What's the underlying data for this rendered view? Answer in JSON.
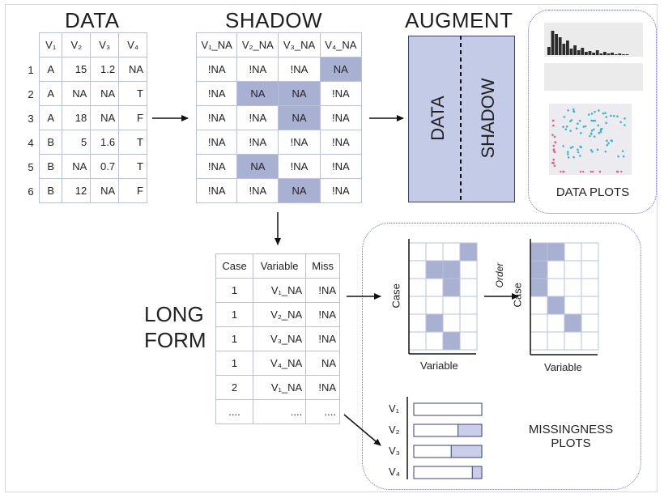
{
  "headings": {
    "data": "DATA",
    "shadow": "SHADOW",
    "augment": "AUGMENT"
  },
  "data_table": {
    "columns": [
      "V₁",
      "V₂",
      "V₃",
      "V₄"
    ],
    "row_labels": [
      "1",
      "2",
      "3",
      "4",
      "5",
      "6"
    ],
    "rows": [
      [
        "A",
        "15",
        "1.2",
        "NA"
      ],
      [
        "A",
        "NA",
        "NA",
        "T"
      ],
      [
        "A",
        "18",
        "NA",
        "F"
      ],
      [
        "B",
        "5",
        "1.6",
        "T"
      ],
      [
        "B",
        "NA",
        "0.7",
        "T"
      ],
      [
        "B",
        "12",
        "NA",
        "F"
      ]
    ]
  },
  "shadow_table": {
    "columns": [
      "V₁_NA",
      "V₂_NA",
      "V₃_NA",
      "V₄_NA"
    ],
    "rows": [
      [
        "!NA",
        "!NA",
        "!NA",
        "NA"
      ],
      [
        "!NA",
        "NA",
        "NA",
        "!NA"
      ],
      [
        "!NA",
        "!NA",
        "NA",
        "!NA"
      ],
      [
        "!NA",
        "!NA",
        "!NA",
        "!NA"
      ],
      [
        "!NA",
        "NA",
        "!NA",
        "!NA"
      ],
      [
        "!NA",
        "!NA",
        "NA",
        "!NA"
      ]
    ]
  },
  "augment": {
    "left": "DATA",
    "right": "SHADOW"
  },
  "data_plots": {
    "label": "DATA PLOTS"
  },
  "long_form": {
    "label_line1": "LONG",
    "label_line2": "FORM",
    "columns": [
      "Case",
      "Variable",
      "Miss"
    ],
    "rows": [
      [
        "1",
        "V₁_NA",
        "!NA"
      ],
      [
        "1",
        "V₂_NA",
        "!NA"
      ],
      [
        "1",
        "V₃_NA",
        "!NA"
      ],
      [
        "1",
        "V₄_NA",
        "NA"
      ],
      [
        "2",
        "V₁_NA",
        "!NA"
      ],
      [
        "....",
        "....",
        "...."
      ]
    ]
  },
  "missingness": {
    "label_line1": "MISSINGNESS",
    "label_line2": "PLOTS",
    "case_axis": "Case",
    "variable_axis": "Variable",
    "order_label": "Order",
    "bar_labels": [
      "V₁",
      "V₂",
      "V₃",
      "V₄"
    ],
    "bar_missing_fraction": [
      0,
      0.35,
      0.45,
      0.14
    ]
  },
  "colors": {
    "missing_fill": "#a9b1d3",
    "grid_line": "#b9c0dc",
    "dotted_border": "#6b6fc9",
    "augment_fill": "#c4cbe6"
  }
}
